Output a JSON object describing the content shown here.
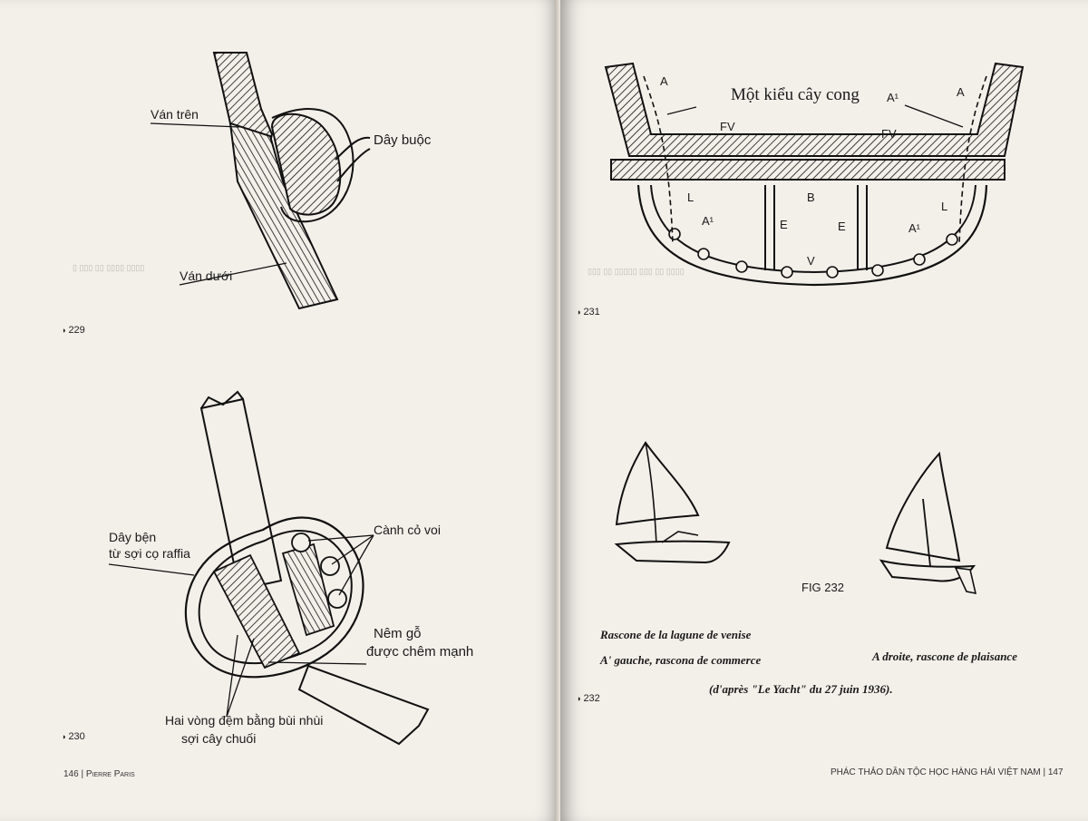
{
  "left_page": {
    "fig229": {
      "number": "229",
      "labels": {
        "upper_plank": "Ván trên",
        "binding": "Dây buộc",
        "lower_plank": "Ván dưới"
      }
    },
    "fig230": {
      "number": "230",
      "labels": {
        "raffia_line1": "Dây bện",
        "raffia_line2": "từ sợi cọ raffia",
        "elephant_grass": "Cành cỏ voi",
        "wedge_line1": "Nêm gỗ",
        "wedge_line2": "được chêm mạnh",
        "rings_line1": "Hai vòng đệm bằng bùi nhùi",
        "rings_line2": "sợi cây chuối"
      }
    },
    "footer": {
      "page_number": "146",
      "author": "Pierre Paris"
    }
  },
  "right_page": {
    "fig231": {
      "number": "231",
      "title": "Một kiểu cây cong",
      "labels": {
        "a_left": "A",
        "a_right": "A",
        "a1_top": "A¹",
        "a1_bottom_left": "A¹",
        "a1_bottom_right": "A¹",
        "fv_left": "FV",
        "fv_right": "FV",
        "l_left": "L",
        "l_right": "L",
        "b": "B",
        "e_left": "E",
        "e_right": "E",
        "v": "V"
      }
    },
    "fig232": {
      "number": "232",
      "fig_label": "FIG 232",
      "caption_line1": "Rascone de la lagune de venise",
      "caption_line2": "A' gauche, rascona de commerce",
      "caption_right": "A droite, rascone de plaisance",
      "source": "(d'après \"Le Yacht\" du 27 juin 1936)."
    },
    "footer": {
      "running_title": "PHÁC THẢO DÂN TỘC HỌC HÀNG HẢI VIỆT NAM",
      "page_number": "147"
    }
  }
}
